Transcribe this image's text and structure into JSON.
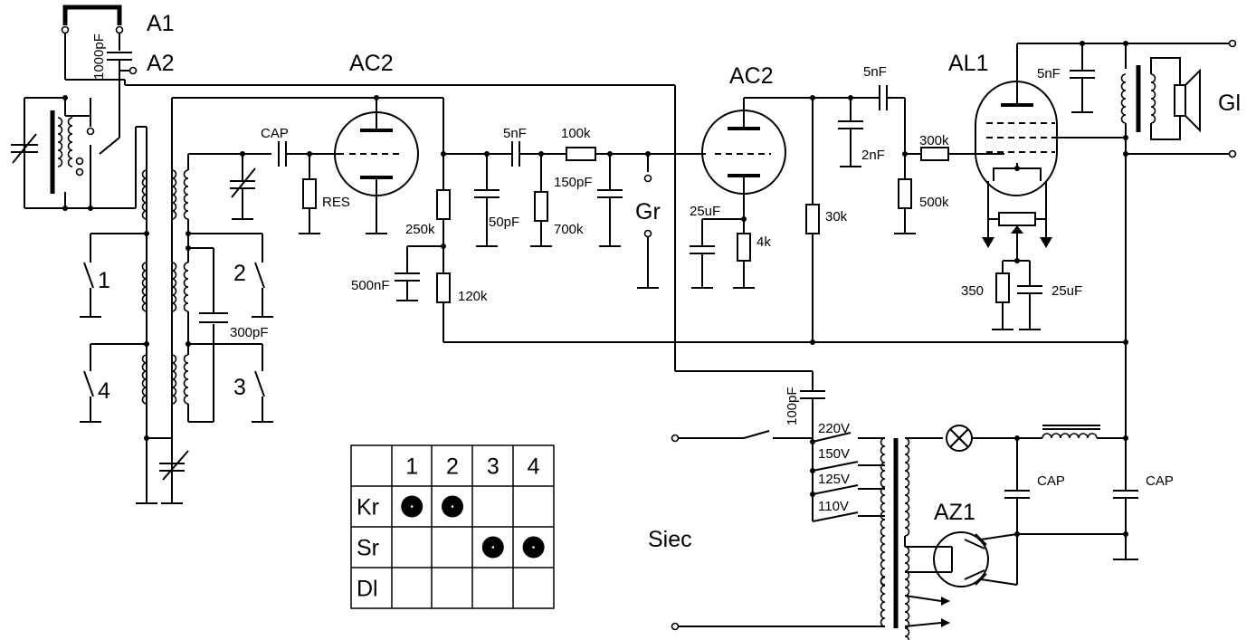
{
  "tubes": {
    "ac2_input": "AC2",
    "ac2_driver": "AC2",
    "al1": "AL1",
    "az1": "AZ1"
  },
  "antenna": {
    "a1": "A1",
    "a2": "A2",
    "coupling_cap": "1000pF"
  },
  "labels": {
    "cap_grid": "CAP",
    "res_grid": "RES",
    "r250k": "250k",
    "c500nf": "500nF",
    "r120k": "120k",
    "c5nf_a": "5nF",
    "c50pf": "50pF",
    "r100k": "100k",
    "c150pf": "150pF",
    "r700k": "700k",
    "gr": "Gr",
    "c25uf_a": "25uF",
    "r4k": "4k",
    "r30k": "30k",
    "c5nf_b": "5nF",
    "c2nf": "2nF",
    "r300k": "300k",
    "r500k": "500k",
    "c5nf_c": "5nF",
    "r350": "350",
    "c25uf_b": "25uF",
    "gl": "Gl",
    "c300pf": "300pF",
    "c100pf": "100pF",
    "sw1": "1",
    "sw2": "2",
    "sw3": "3",
    "sw4": "4",
    "v220": "220V",
    "v150": "150V",
    "v125": "125V",
    "v110": "110V",
    "siec": "Siec",
    "cap_filter1": "CAP",
    "cap_filter2": "CAP"
  },
  "band_table": {
    "columns": [
      "1",
      "2",
      "3",
      "4"
    ],
    "rows": [
      {
        "label": "Kr",
        "marks": [
          true,
          true,
          false,
          false
        ]
      },
      {
        "label": "Sr",
        "marks": [
          false,
          false,
          true,
          true
        ]
      },
      {
        "label": "Dl",
        "marks": [
          false,
          false,
          false,
          false
        ]
      }
    ]
  }
}
